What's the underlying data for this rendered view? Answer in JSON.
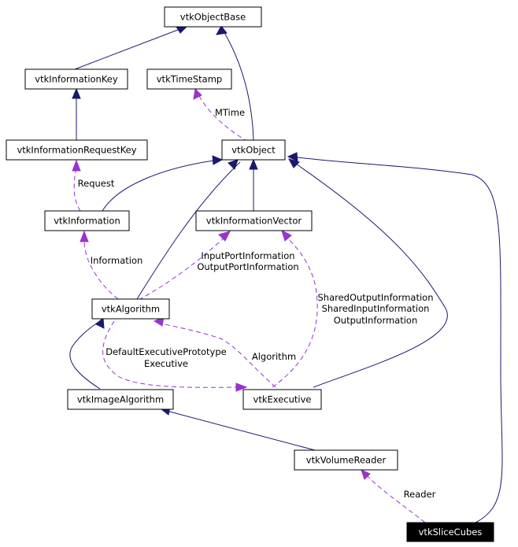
{
  "nodes": {
    "vtkObjectBase": "vtkObjectBase",
    "vtkInformationKey": "vtkInformationKey",
    "vtkTimeStamp": "vtkTimeStamp",
    "vtkInformationRequestKey": "vtkInformationRequestKey",
    "vtkObject": "vtkObject",
    "vtkInformation": "vtkInformation",
    "vtkInformationVector": "vtkInformationVector",
    "vtkAlgorithm": "vtkAlgorithm",
    "vtkImageAlgorithm": "vtkImageAlgorithm",
    "vtkExecutive": "vtkExecutive",
    "vtkVolumeReader": "vtkVolumeReader",
    "vtkSliceCubes": "vtkSliceCubes"
  },
  "edge_labels": {
    "mtime": "MTime",
    "request": "Request",
    "information": "Information",
    "inputport_1": "InputPortInformation",
    "inputport_2": "OutputPortInformation",
    "shared_1": "SharedOutputInformation",
    "shared_2": "SharedInputInformation",
    "shared_3": "OutputInformation",
    "defexec_1": "DefaultExecutivePrototype",
    "defexec_2": "Executive",
    "algorithm": "Algorithm",
    "reader": "Reader"
  },
  "colors": {
    "inheritance_edge": "#191970",
    "member_edge": "#9a32cd",
    "highlight_node": "#000000"
  }
}
